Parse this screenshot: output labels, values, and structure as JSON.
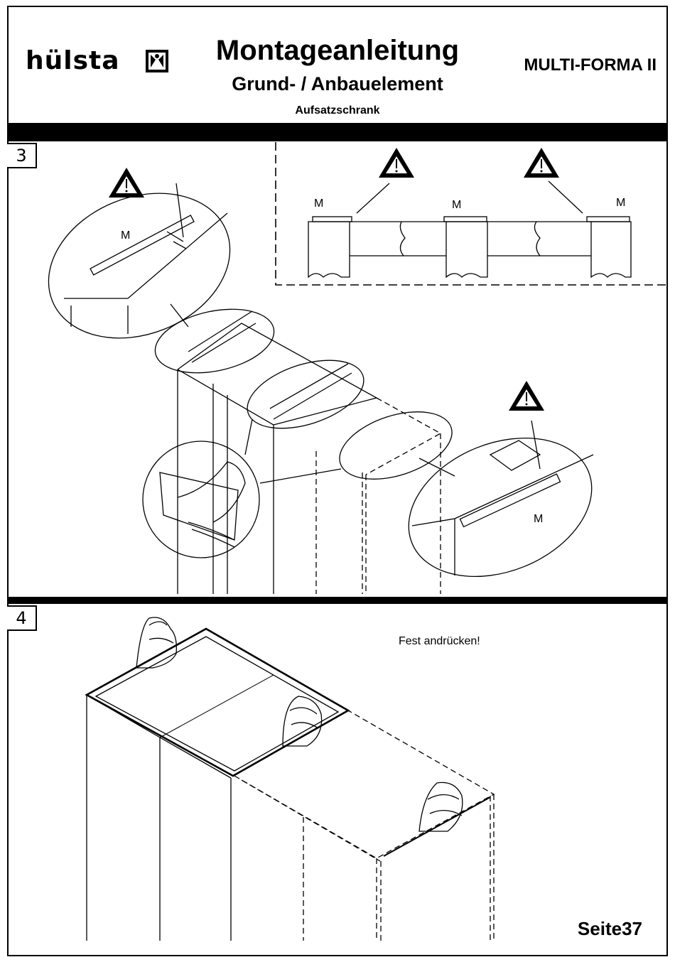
{
  "header": {
    "brand": "hülsta",
    "title": "Montageanleitung",
    "subtitle": "Grund- / Anbauelement",
    "subsubtitle": "Aufsatzschrank",
    "model": "MULTI-FORMA II"
  },
  "steps": [
    {
      "number": "3",
      "labels": [
        "M",
        "M",
        "M",
        "M",
        "M"
      ]
    },
    {
      "number": "4",
      "note": "Fest andrücken!"
    }
  ],
  "footer": {
    "page": "Seite37"
  },
  "icons": [
    "warning-triangle-icon",
    "brand-logo-icon",
    "hand-icon"
  ]
}
